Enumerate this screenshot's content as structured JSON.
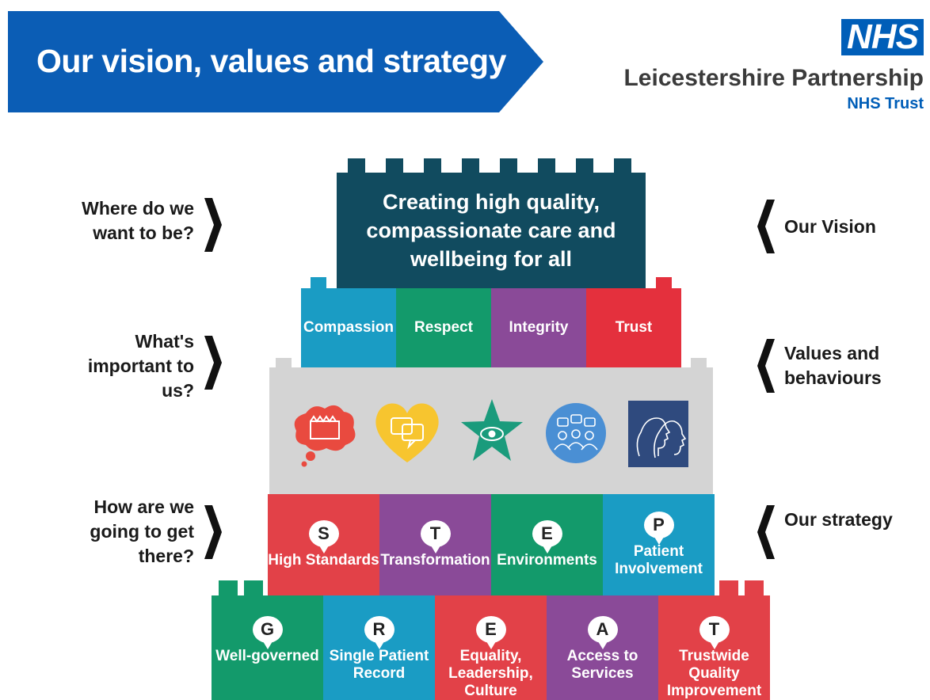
{
  "header": {
    "title": "Our vision, values and strategy",
    "nhs_logo": "NHS",
    "org_name": "Leicestershire Partnership",
    "org_sub": "NHS Trust"
  },
  "questions": {
    "q1": "Where do we want to be?",
    "q2": "What's important to us?",
    "q3": "How are we going to get there?"
  },
  "labels": {
    "l1": "Our Vision",
    "l2": "Values and behaviours",
    "l3": "Our strategy"
  },
  "vision": {
    "text": "Creating high quality, compassionate care and wellbeing for all",
    "color": "#114b5f"
  },
  "values": [
    {
      "label": "Compassion",
      "color": "#1a9cc4"
    },
    {
      "label": "Respect",
      "color": "#139a6b"
    },
    {
      "label": "Integrity",
      "color": "#8a4a98"
    },
    {
      "label": "Trust",
      "color": "#e4303d"
    }
  ],
  "behaviour_icons": [
    "cake-thought-icon",
    "heart-speech-icon",
    "star-eye-icon",
    "people-circle-icon",
    "faces-square-icon"
  ],
  "step": [
    {
      "letter": "S",
      "label": "High Standards",
      "color": "#e24148"
    },
    {
      "letter": "T",
      "label": "Transformation",
      "color": "#8a4a98"
    },
    {
      "letter": "E",
      "label": "Environments",
      "color": "#139a6b"
    },
    {
      "letter": "P",
      "label": "Patient Involvement",
      "color": "#1a9cc4"
    }
  ],
  "great": [
    {
      "letter": "G",
      "label": "Well-governed",
      "color": "#139a6b"
    },
    {
      "letter": "R",
      "label": "Single Patient Record",
      "color": "#1a9cc4"
    },
    {
      "letter": "E",
      "label": "Equality, Leadership, Culture",
      "color": "#e24148"
    },
    {
      "letter": "A",
      "label": "Access to Services",
      "color": "#8a4a98"
    },
    {
      "letter": "T",
      "label": "Trustwide Quality Improvement",
      "color": "#e24148"
    }
  ]
}
